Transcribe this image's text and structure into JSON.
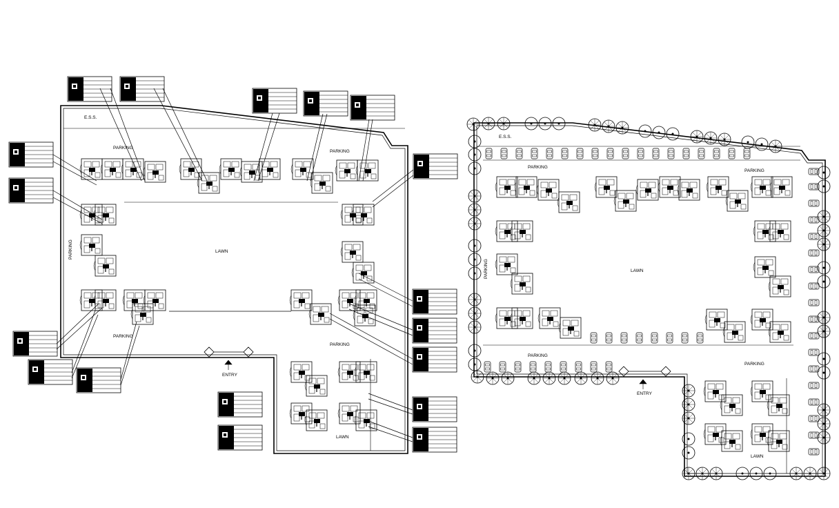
{
  "left_plan": {
    "ess_label": "E.S.S.",
    "parking_top_left": "PARKING",
    "parking_top_right": "PARKING",
    "parking_side": "PARKING",
    "lawn_label": "LAWN",
    "parking_bottom_left": "PARKING",
    "parking_bottom_right": "PARKING",
    "entry_label": "ENTRY",
    "lawn_small_label": "LAWN"
  },
  "right_plan": {
    "ess_label": "E.S.S.",
    "parking_top_left": "PARKING",
    "parking_top_right": "PARKING",
    "parking_side": "PARKING",
    "lawn_label": "LAWN",
    "parking_bottom_left": "PARKING",
    "parking_bottom_right": "PARKING",
    "entry_label": "ENTRY",
    "lawn_small_label": "LAWN"
  },
  "colors": {
    "line": "#000000",
    "background": "#ffffff"
  },
  "icons": {
    "entry_arrow": "up-arrow-icon",
    "tree": "tree-symbol-icon",
    "car": "car-symbol-icon"
  }
}
